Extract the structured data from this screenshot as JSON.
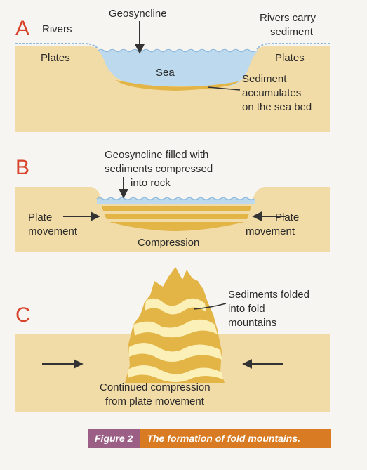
{
  "panels": {
    "a": {
      "letter": "A",
      "labels": {
        "rivers": "Rivers",
        "geosyncline": "Geosyncline",
        "rivers_carry_1": "Rivers carry",
        "rivers_carry_2": "sediment",
        "plates_left": "Plates",
        "plates_right": "Plates",
        "sea": "Sea",
        "sediment_1": "Sediment",
        "sediment_2": "accumulates",
        "sediment_3": "on the sea bed"
      }
    },
    "b": {
      "letter": "B",
      "labels": {
        "geo_1": "Geosyncline filled with",
        "geo_2": "sediments compressed",
        "geo_3": "into rock",
        "plate_left_1": "Plate",
        "plate_left_2": "movement",
        "plate_right_1": "Plate",
        "plate_right_2": "movement",
        "compression": "Compression"
      }
    },
    "c": {
      "letter": "C",
      "labels": {
        "folded_1": "Sediments folded",
        "folded_2": "into fold",
        "folded_3": "mountains",
        "continued_1": "Continued compression",
        "continued_2": "from plate movement"
      }
    }
  },
  "caption": {
    "number": "Figure 2",
    "title": "The formation of fold mountains."
  },
  "colors": {
    "plate": "#f1dba6",
    "water": "#bcd9ee",
    "sediment": "#e3b446",
    "letter": "#d7432b",
    "caption_number_bg": "#9b5f86",
    "caption_title_bg": "#d87b22"
  }
}
